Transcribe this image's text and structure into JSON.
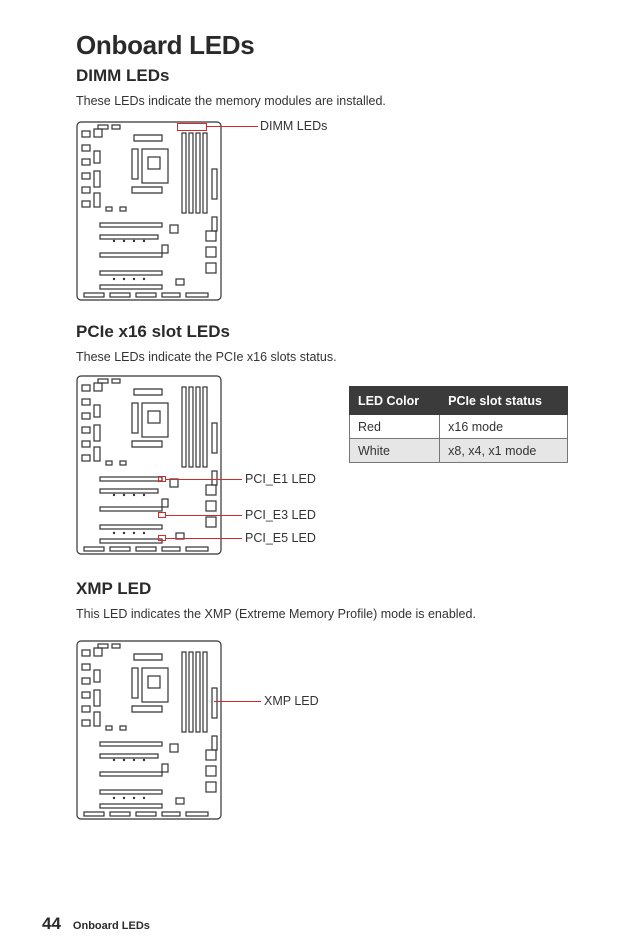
{
  "page": {
    "title": "Onboard LEDs",
    "page_number": "44",
    "footer_title": "Onboard LEDs"
  },
  "sections": {
    "dimm": {
      "heading": "DIMM LEDs",
      "description": "These LEDs indicate the memory modules are installed.",
      "callout": "DIMM LEDs"
    },
    "pcie": {
      "heading": "PCIe x16 slot LEDs",
      "description": "These LEDs indicate the PCIe x16 slots status.",
      "callouts": [
        "PCI_E1 LED",
        "PCI_E3 LED",
        "PCI_E5 LED"
      ]
    },
    "xmp": {
      "heading": "XMP LED",
      "description": "This LED indicates the XMP (Extreme Memory Profile) mode is enabled.",
      "callout": "XMP LED"
    }
  },
  "led_table": {
    "headers": [
      "LED Color",
      "PCIe slot status"
    ],
    "rows": [
      [
        "Red",
        "x16 mode"
      ],
      [
        "White",
        "x8, x4, x1 mode"
      ]
    ]
  },
  "colors": {
    "accent": "#d62828",
    "table_header": "#3b3b3b",
    "table_alt_row": "#e6e6e6"
  }
}
